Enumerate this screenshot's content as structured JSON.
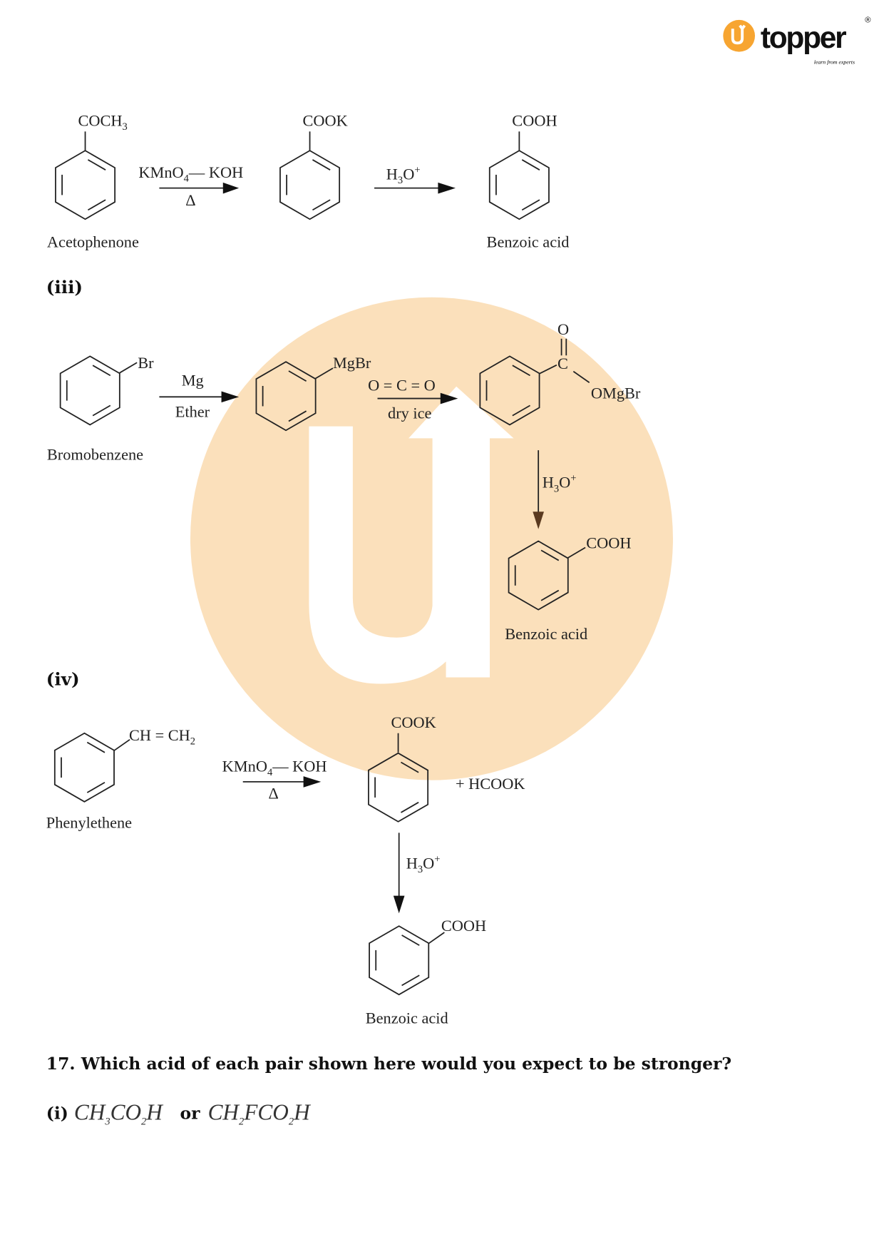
{
  "logo": {
    "brand": "topper",
    "tagline": "learn from experts",
    "registered": "®",
    "accent": "#f7a531"
  },
  "watermark_color": "#fbe0bb",
  "scheme_ii": {
    "reactant": "COCH",
    "reactant_sub": "3",
    "reagent1_a": "KMnO",
    "reagent1_sub": "4",
    "reagent1_b": "— KOH",
    "heat": "Δ",
    "intermediate": "COOK",
    "reagent2": "H",
    "reagent2_sub": "3",
    "reagent2_b": "O",
    "reagent2_sup": "+",
    "product": "COOH",
    "reactant_name": "Acetophenone",
    "product_name": "Benzoic acid"
  },
  "label_iii": "(iii)",
  "scheme_iii": {
    "br": "Br",
    "reactant_name": "Bromobenzene",
    "mg": "Mg",
    "ether": "Ether",
    "mgbr": "MgBr",
    "co2": "O = C = O",
    "dry_ice": "dry ice",
    "o": "O",
    "c": "C",
    "omgbr": "OMgBr",
    "h3o": "H",
    "h3o_sub": "3",
    "h3o_b": "O",
    "h3o_sup": "+",
    "product": "COOH",
    "product_name": "Benzoic acid"
  },
  "label_iv": "(iv)",
  "scheme_iv": {
    "vinyl": "CH = CH",
    "vinyl_sub": "2",
    "reactant_name": "Phenylethene",
    "reagent_a": "KMnO",
    "reagent_sub": "4",
    "reagent_b": "— KOH",
    "heat": "Δ",
    "intermediate": "COOK",
    "byproduct": "+  HCOOK",
    "h3o": "H",
    "h3o_sub": "3",
    "h3o_b": "O",
    "h3o_sup": "+",
    "product": "COOH",
    "product_name": "Benzoic acid"
  },
  "question": "17. Which acid of each pair shown here would you expect to be stronger?",
  "part_i": {
    "label": "(i)",
    "acid1": "CH",
    "acid1_s1": "3",
    "acid1_b": "CO",
    "acid1_s2": "2",
    "acid1_c": "H",
    "or": "or",
    "acid2": "CH",
    "acid2_s1": "2",
    "acid2_b": "FCO",
    "acid2_s2": "2",
    "acid2_c": "H"
  }
}
